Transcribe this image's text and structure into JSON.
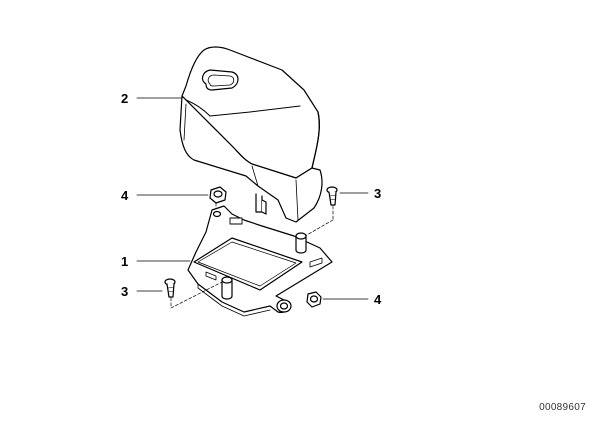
{
  "diagram": {
    "callouts": [
      {
        "label": "2",
        "part": "cover"
      },
      {
        "label": "4",
        "part": "nut-top"
      },
      {
        "label": "3",
        "part": "screw-right"
      },
      {
        "label": "1",
        "part": "bracket"
      },
      {
        "label": "3",
        "part": "screw-left"
      },
      {
        "label": "4",
        "part": "nut-bottom"
      }
    ],
    "diagram_id": "00089607",
    "line_color": "#000000",
    "fill_color": "#ffffff"
  }
}
